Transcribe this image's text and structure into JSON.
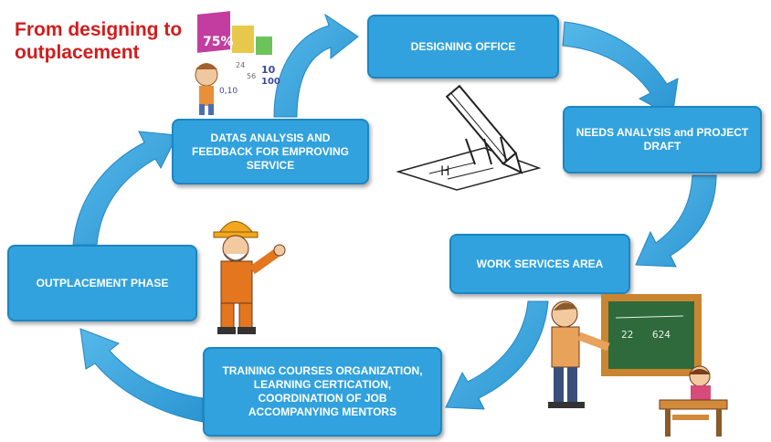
{
  "title": "From designing to outplacement",
  "steps": {
    "designing_office": "DESIGNING OFFICE",
    "needs_analysis": "NEEDS ANALYSIS and PROJECT  DRAFT",
    "work_services": "WORK SERVICES AREA",
    "training": "TRAINING COURSES ORGANIZATION, LEARNING CERTICATION, COORDINATION OF JOB ACCOMPANYING MENTORS",
    "outplacement": "OUTPLACEMENT PHASE",
    "datas_analysis": "DATAS ANALYSIS AND FEEDBACK FOR EMPROVING SERVICE"
  },
  "clipart": {
    "chart_numbers": [
      "75%",
      "0,10",
      "10",
      "100",
      "24",
      "56"
    ],
    "blackboard_text": [
      "22",
      "624"
    ]
  },
  "colors": {
    "box_fill": "#31a2dd",
    "arrow_fill": "#3aa7df",
    "title_red": "#d01d1d"
  },
  "icons": [
    "pencil-drawing-icon",
    "worker-icon",
    "teacher-blackboard-icon",
    "student-desk-icon",
    "child-chart-icon"
  ]
}
